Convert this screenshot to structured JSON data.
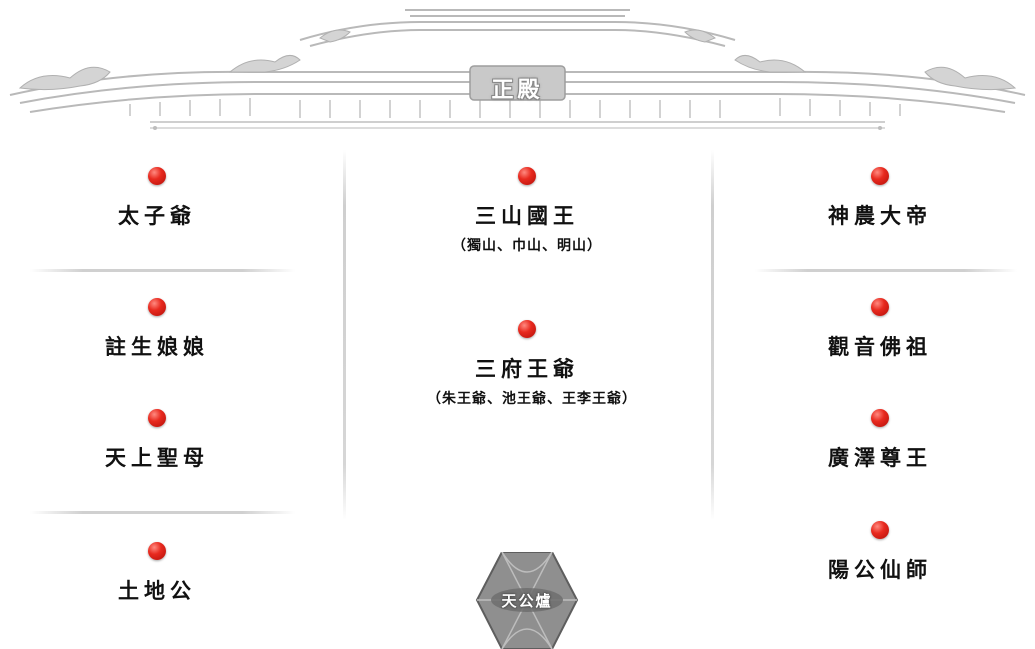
{
  "hall": {
    "title": "正殿"
  },
  "left_column": [
    {
      "name": "太子爺"
    },
    {
      "name": "註生娘娘"
    },
    {
      "name": "天上聖母"
    },
    {
      "name": "土地公"
    }
  ],
  "center_column": [
    {
      "name": "三山國王",
      "sub": "（獨山、巾山、明山）"
    },
    {
      "name": "三府王爺",
      "sub": "（朱王爺、池王爺、王李王爺）"
    }
  ],
  "right_column": [
    {
      "name": "神農大帝"
    },
    {
      "name": "觀音佛祖"
    },
    {
      "name": "廣澤尊王"
    },
    {
      "name": "陽公仙師"
    }
  ],
  "incense_burner": {
    "label": "天公爐"
  },
  "colors": {
    "dot": "#e82a1f",
    "divider": "#d0d0d0",
    "roof": "#c8c8c8"
  }
}
